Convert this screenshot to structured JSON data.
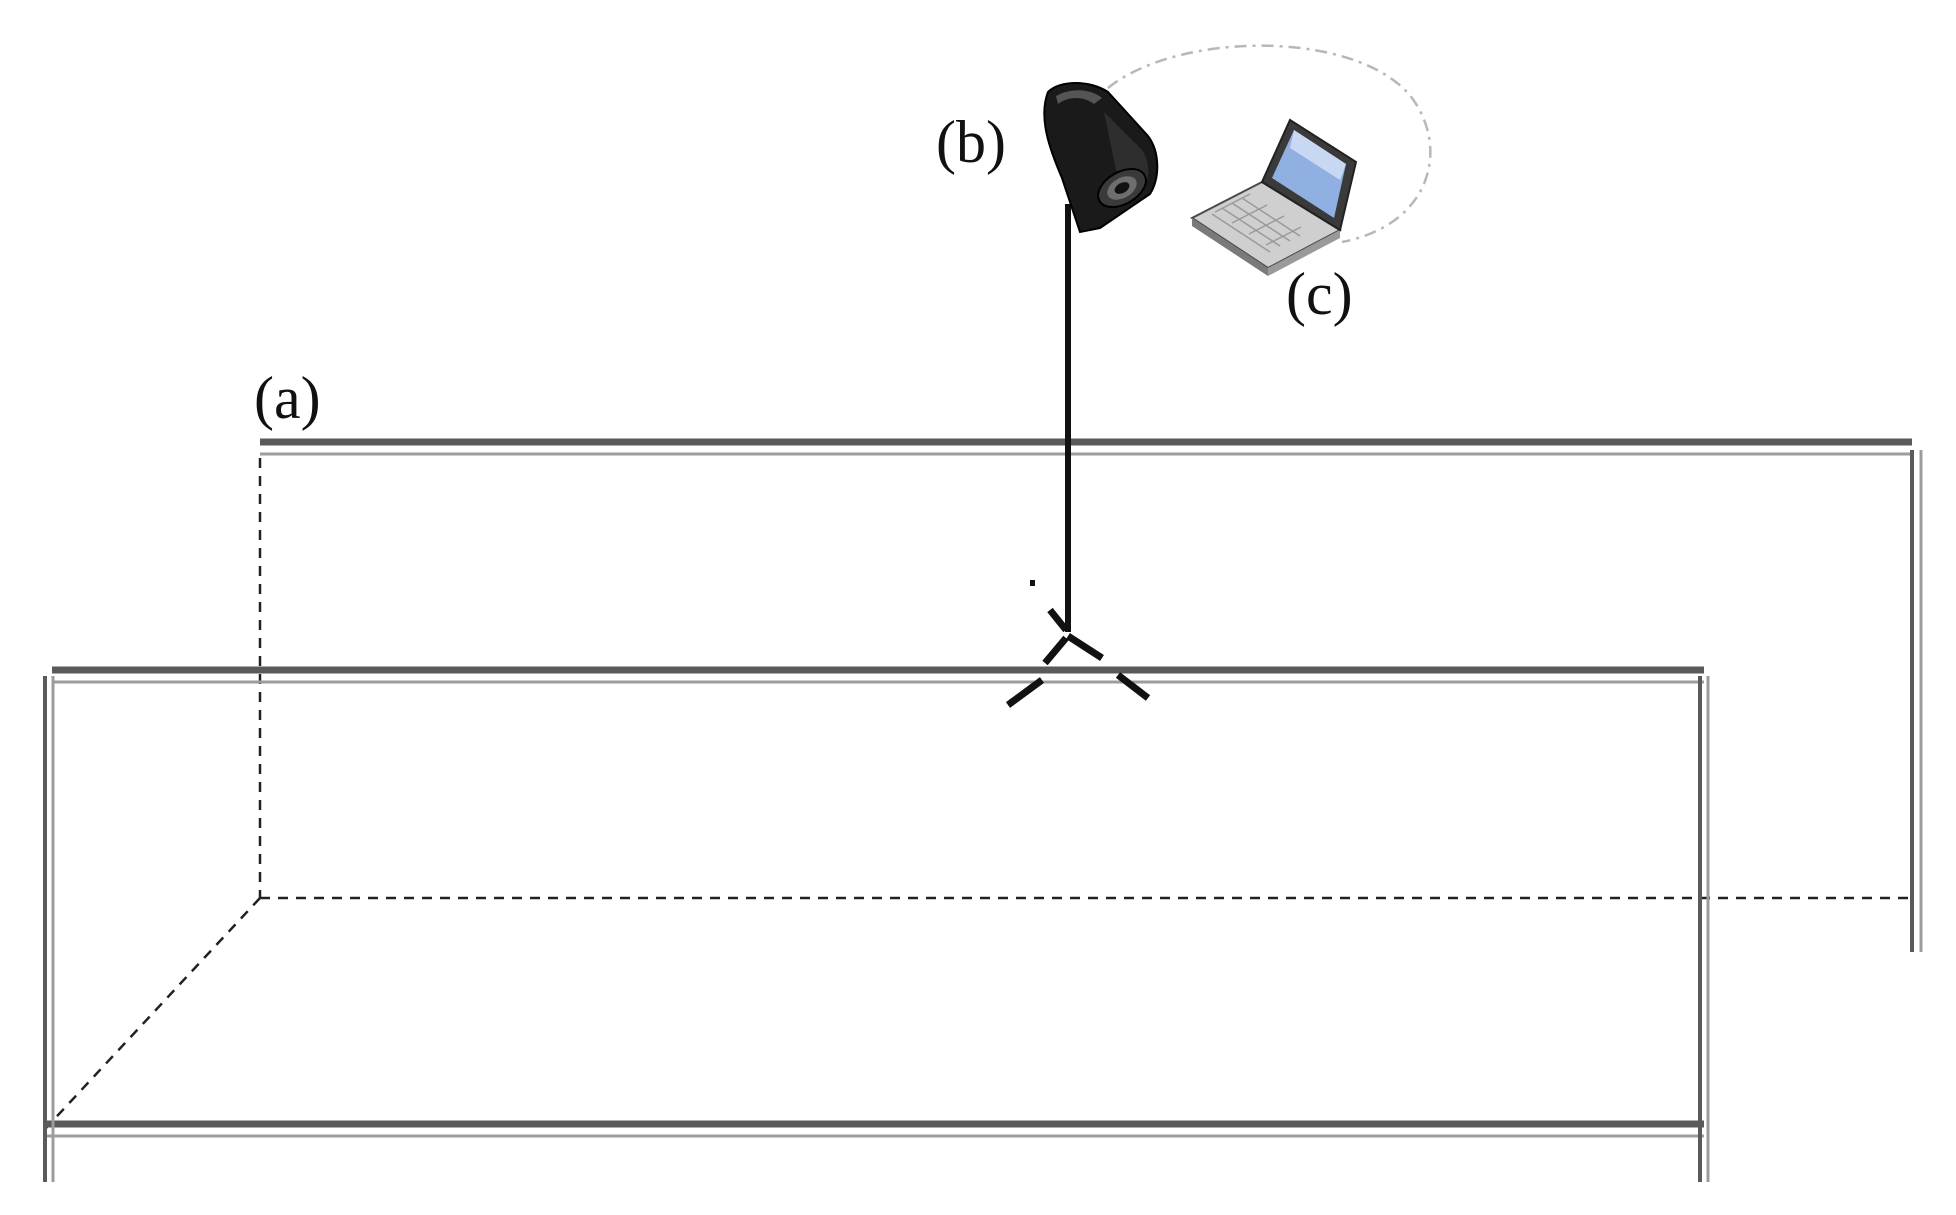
{
  "labels": {
    "enclosure": "(a)",
    "camera": "(b)",
    "laptop": "(c)"
  },
  "icons": {
    "camera": "camera-icon",
    "laptop": "laptop-icon",
    "wireless_link": "dashed-connection-arc",
    "mount": "tripod-mount-icon"
  },
  "colors": {
    "frame_dark": "#5a5a5a",
    "frame_light": "#9c9c9c",
    "dash": "#222222",
    "camera_body": "#1a1a1a",
    "laptop_screen": "#8fb0e0",
    "link_arc": "#b8b8b8"
  }
}
